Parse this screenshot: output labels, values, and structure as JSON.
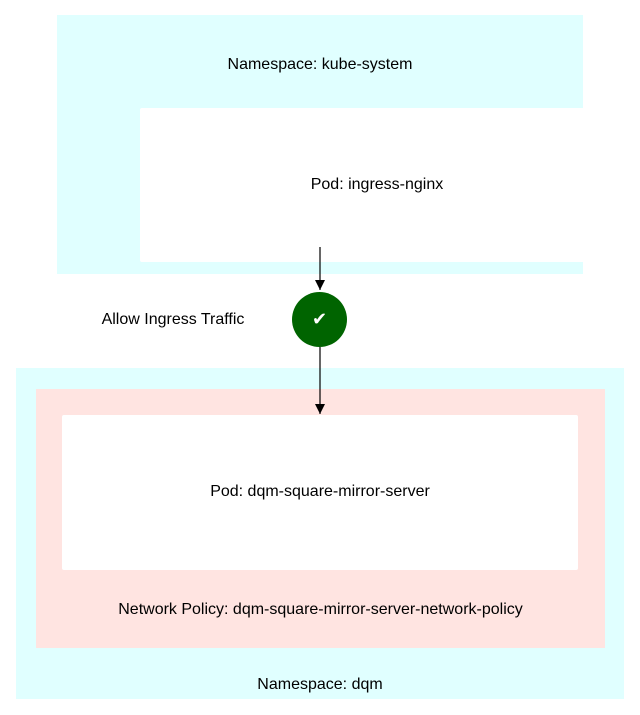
{
  "colors": {
    "namespace_fill": "#e0ffff",
    "pod_fill": "#ffffff",
    "policy_fill": "#ffe4e1",
    "rule_node_fill": "#006400",
    "rule_node_text": "#ffffff",
    "edge": "#000000"
  },
  "namespaces": {
    "top": {
      "label": "Namespace: kube-system"
    },
    "bottom": {
      "label": "Namespace: dqm"
    }
  },
  "pods": {
    "top": {
      "label": "Pod: ingress-nginx"
    },
    "bottom": {
      "label": "Pod: dqm-square-mirror-server"
    }
  },
  "network_policy": {
    "label": "Network Policy: dqm-square-mirror-server-network-policy"
  },
  "rule": {
    "label": "Allow Ingress Traffic",
    "icon": "check-mark-icon",
    "glyph": "✔"
  }
}
